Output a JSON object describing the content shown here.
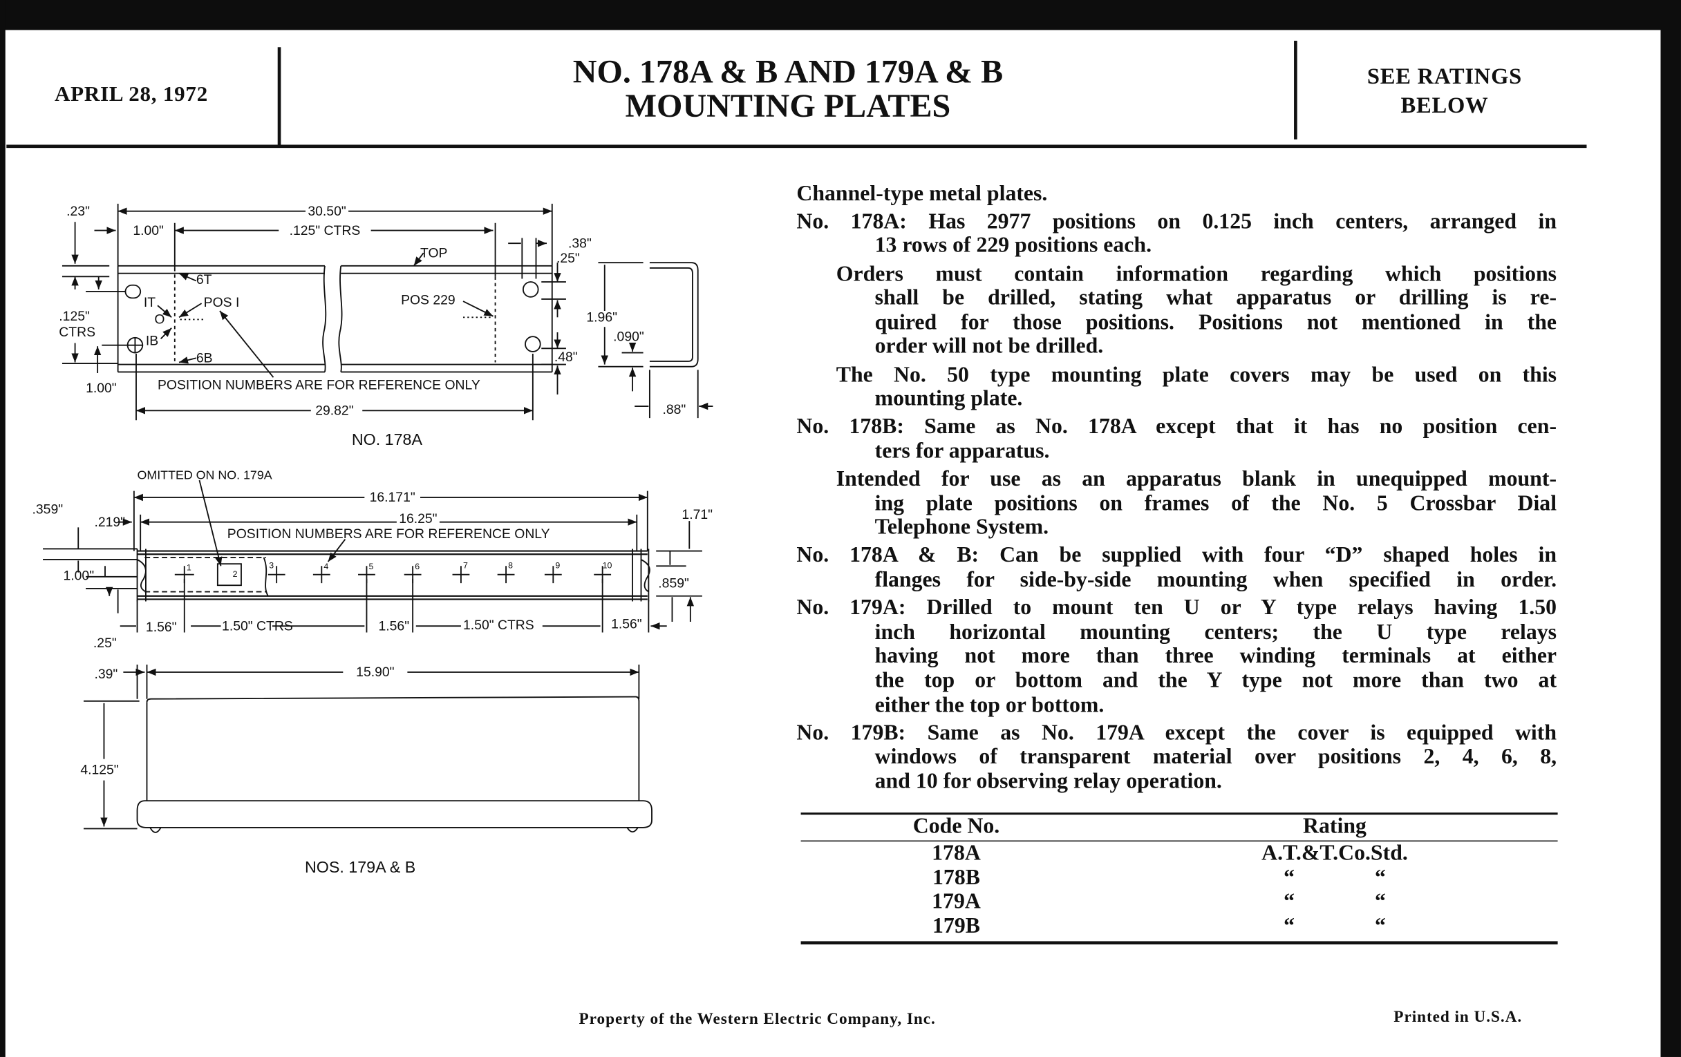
{
  "header": {
    "date": "APRIL 28, 1972",
    "title_line1": "NO. 178A & B AND 179A & B",
    "title_line2": "MOUNTING PLATES",
    "ratings_line1": "SEE RATINGS",
    "ratings_line2": "BELOW"
  },
  "drawing_178a": {
    "caption": "NO. 178A",
    "dim_overall": "30.50\"",
    "dim_left_offset": "1.00\"",
    "dim_ctrs": ".125\" CTRS",
    "dim_right_38": ".38\"",
    "dim_top_23": ".23\"",
    "label_top": "TOP",
    "dim_25": ".25\"",
    "dim_125": ".125\"",
    "dim_ctrs_vertical": "CTRS",
    "label_6t": "6T",
    "label_1t": "IT",
    "label_pos1": "POS I",
    "label_o": "O",
    "label_1b": "IB",
    "label_6b": "6B",
    "label_pos229": "POS 229",
    "dim_196": "1.96\"",
    "dim_090": ".090\"",
    "dim_48": ".48\"",
    "dim_bottom_100": "1.00\"",
    "note": "POSITION NUMBERS ARE FOR REFERENCE ONLY",
    "dim_2982": "29.82\"",
    "dim_88": ".88\""
  },
  "drawing_179": {
    "caption": "NOS. 179A & B",
    "omitted_note": "OMITTED ON NO. 179A",
    "dim_16171": "16.171\"",
    "dim_359": ".359\"",
    "dim_219": ".219\"",
    "dim_1625": "16.25\"",
    "dim_171": "1.71\"",
    "note": "POSITION NUMBERS ARE FOR REFERENCE ONLY",
    "dim_100": "1.00\"",
    "dim_859": ".859\"",
    "dim_25": ".25\"",
    "dim_156_a": "1.56\"",
    "dim_150_ctrs_a": "1.50\" CTRS",
    "dim_156_b": "1.56\"",
    "dim_150_ctrs_b": "1.50\" CTRS",
    "dim_156_c": "1.56\"",
    "positions": [
      "1",
      "2",
      "3",
      "4",
      "5",
      "6",
      "7",
      "8",
      "9",
      "10"
    ],
    "dim_39": ".39\"",
    "dim_1590": "15.90\"",
    "dim_4125": "4.125\""
  },
  "text": {
    "p0": [
      "Channel-type metal plates."
    ],
    "p1": [
      "No. 178A:  Has 2977 positions on 0.125 inch centers, arranged in",
      "13 rows of 229 positions each."
    ],
    "p2": [
      "Orders must contain information regarding which positions",
      "shall be drilled, stating what apparatus or drilling is re-",
      "quired for those positions.  Positions not mentioned in the",
      "order will not be drilled."
    ],
    "p3": [
      "The No. 50 type mounting plate covers may be used on this",
      "mounting plate."
    ],
    "p4": [
      "No. 178B:  Same as No. 178A except that it has no position cen-",
      "ters for apparatus."
    ],
    "p5": [
      "Intended for use as an apparatus blank in unequipped mount-",
      "ing plate positions on frames of the No. 5 Crossbar Dial",
      "Telephone System."
    ],
    "p6": [
      "No. 178A & B:  Can be supplied with four “D” shaped holes in",
      "flanges for side-by-side mounting when specified in order."
    ],
    "p7": [
      "No. 179A:  Drilled to mount ten U or Y type relays having 1.50",
      "inch horizontal mounting centers; the U type relays",
      "having not more than three winding terminals at either",
      "the top or bottom and the Y type not more than two at",
      "either the top or bottom."
    ],
    "p8": [
      "No. 179B:  Same as No. 179A except the cover is equipped with",
      "windows of transparent material over positions 2, 4, 6, 8,",
      "and 10 for observing relay operation."
    ]
  },
  "ratings_table": {
    "headers": [
      "Code No.",
      "Rating"
    ],
    "rows": [
      {
        "code": "178A",
        "rating": "A.T.&T.Co.Std.",
        "ditto": ""
      },
      {
        "code": "178B",
        "rating": "",
        "ditto": "“"
      },
      {
        "code": "179A",
        "rating": "",
        "ditto": "“"
      },
      {
        "code": "179B",
        "rating": "",
        "ditto": "“"
      }
    ]
  },
  "footer": {
    "property": "Property of the Western Electric Company, Inc.",
    "printed": "Printed in U.S.A."
  }
}
